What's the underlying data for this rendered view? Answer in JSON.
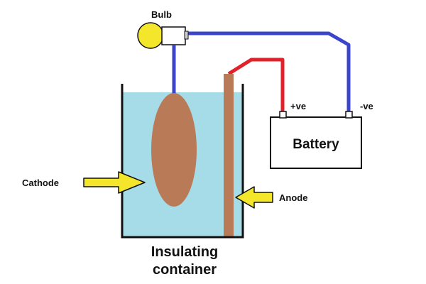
{
  "labels": {
    "bulb": "Bulb",
    "positive_terminal": "+ve",
    "negative_terminal": "-ve",
    "battery": "Battery",
    "cathode": "Cathode",
    "anode": "Anode",
    "container_line1": "Insulating",
    "container_line2": "container"
  },
  "colors": {
    "liquid": "#a6dbe8",
    "electrode": "#b97a57",
    "wire_negative": "#3b45c9",
    "wire_positive": "#e0232a",
    "bulb": "#f4e62b",
    "arrow": "#f4e62b",
    "outline": "#111111"
  }
}
